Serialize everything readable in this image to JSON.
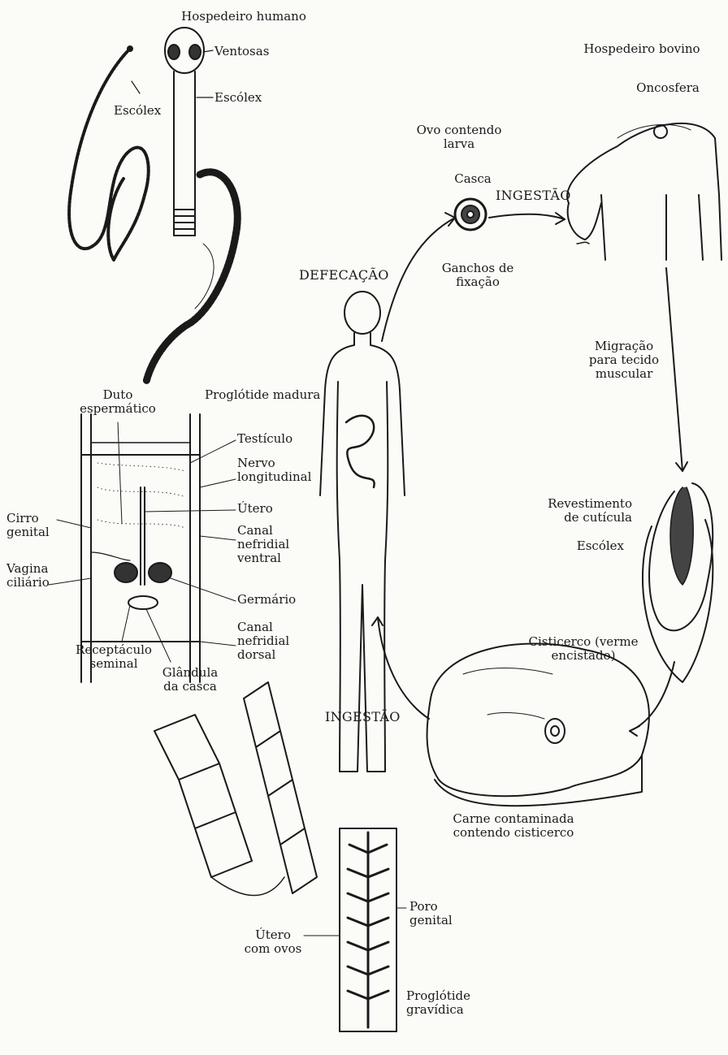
{
  "labels": {
    "hospedeiro_humano": "Hospedeiro humano",
    "ventosas": "Ventosas",
    "escolex_left": "Escólex",
    "escolex_right": "Escólex",
    "hospedeiro_bovino": "Hospedeiro bovino",
    "oncosfera": "Oncosfera",
    "ovo_contendo_larva": "Ovo contendo larva",
    "casca": "Casca",
    "ingestao_top": "INGESTÃO",
    "ganchos_de_fixacao": "Ganchos de fixação",
    "defecacao": "DEFECAÇÃO",
    "migracao": "Migração para tecido muscular",
    "duto_espermatico": "Duto espermático",
    "proglotide_madura": "Proglótide madura",
    "testiculo": "Testículo",
    "nervo_longitudinal": "Nervo longitudinal",
    "utero": "Útero",
    "canal_nefridial_ventral": "Canal nefridial ventral",
    "cirro_genital": "Cirro genital",
    "vagina_ciliario": "Vagina ciliário",
    "germario": "Germário",
    "canal_nefridial_dorsal": "Canal nefridial dorsal",
    "receptaculo_seminal": "Receptáculo seminal",
    "glandula_da_casca": "Glândula da casca",
    "revestimento_de_cuticula": "Revestimento de cutícula",
    "escolex_cyst": "Escólex",
    "cisticerco": "Cisticerco (verme encistado)",
    "ingestao_bottom": "INGESTÃO",
    "carne_contaminada": "Carne contaminada contendo cisticerco",
    "utero_com_ovos": "Útero com ovos",
    "poro_genital": "Poro genital",
    "proglotide_gravidica": "Proglótide gravídica"
  }
}
